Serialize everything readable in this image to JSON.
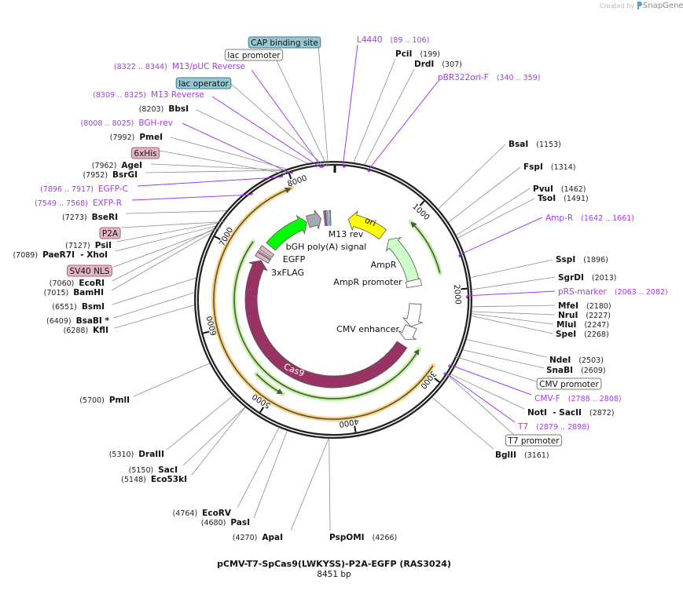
{
  "app": {
    "credit": "Created by",
    "brand": "SnapGene",
    "brand_color": "#4aa3e0"
  },
  "plasmid": {
    "name": "pCMV-T7-SpCas9(LWKYSS)-P2A-EGFP (RAS3024)",
    "length_label": "8451 bp",
    "length_bp": 8451
  },
  "colors": {
    "enzyme": "#111111",
    "primer": "#a13cf0",
    "feature_teal": "#95c8d2",
    "feature_pink": "#e3b3c6",
    "feature_white": "#ffffff",
    "orf_orange": "#ffcf85",
    "orf_green": "#c3f2a3"
  },
  "ticks": [
    "1000",
    "2000",
    "3000",
    "4000",
    "5000",
    "6000",
    "7000",
    "8000"
  ],
  "features": [
    {
      "label": "ori",
      "start": 250,
      "end": 870,
      "strand": "-",
      "color": "#ffff00"
    },
    {
      "label": "AmpR",
      "start": 1000,
      "end": 1790,
      "strand": "-",
      "color": "#ccffcc"
    },
    {
      "label": "AmpR promoter",
      "start": 1790,
      "end": 1895,
      "strand": "-",
      "color": "#ffffff"
    },
    {
      "label": "CMV enhancer",
      "start": 2180,
      "end": 2560,
      "strand": "+",
      "color": "#ffffff"
    },
    {
      "label": "",
      "start": 2560,
      "end": 2790,
      "strand": "+",
      "color": "#ffffff"
    },
    {
      "label": "Cas9",
      "start": 2890,
      "end": 7010,
      "strand": "+",
      "color": "#993366"
    },
    {
      "label": "3xFLAG",
      "start": 7030,
      "end": 7095,
      "strand": "+",
      "color": "#e3b3c6"
    },
    {
      "label": "",
      "start": 7100,
      "end": 7125,
      "strand": "+",
      "color": "#e3b3c6"
    },
    {
      "label": "",
      "start": 7150,
      "end": 7215,
      "strand": "+",
      "color": "#e3b3c6"
    },
    {
      "label": "EGFP",
      "start": 7290,
      "end": 8010,
      "strand": "+",
      "color": "#00ff00"
    },
    {
      "label": "bGH poly(A) signal",
      "start": 8030,
      "end": 8250,
      "strand": "+",
      "color": "#a6a9b0"
    },
    {
      "label": "M13 rev",
      "start": 8305,
      "end": 8330,
      "strand": "-",
      "color": "#b04cf0"
    },
    {
      "label": "",
      "start": 8335,
      "end": 8360,
      "strand": "+",
      "color": "#95c8d2"
    },
    {
      "label": "",
      "start": 8385,
      "end": 8410,
      "strand": "+",
      "color": "#95c8d2"
    }
  ],
  "orfs": [
    {
      "start": 2900,
      "end": 7970,
      "strand": "+",
      "color": "#ffcf85"
    },
    {
      "start": 1050,
      "end": 1780,
      "strand": "-",
      "color": "#c3f2a3"
    },
    {
      "start": 2817,
      "end": 7184,
      "strand": "-",
      "color": "#c3f2a3"
    },
    {
      "start": 4886,
      "end": 5303,
      "strand": "-",
      "color": "#c3f2a3"
    }
  ],
  "labels": [
    {
      "kind": "feature",
      "style": "teal",
      "name": "CAP binding site",
      "bp": 8400
    },
    {
      "kind": "feature",
      "style": "white",
      "name": "lac promoter",
      "bp": 8390
    },
    {
      "kind": "primer",
      "name": "M13/pUC Reverse",
      "pos": "(8322 .. 8344)",
      "bp": 8333
    },
    {
      "kind": "feature",
      "style": "teal",
      "name": "lac operator",
      "bp": 8370
    },
    {
      "kind": "primer",
      "name": "M13 Reverse",
      "pos": "(8309 .. 8325)",
      "bp": 8317
    },
    {
      "kind": "enzyme",
      "name": "BbsI",
      "pos": "(8203)",
      "bp": 8203
    },
    {
      "kind": "primer",
      "name": "BGH-rev",
      "pos": "(8008 .. 8025)",
      "bp": 8016
    },
    {
      "kind": "enzyme",
      "name": "PmeI",
      "pos": "(7992)",
      "bp": 7992
    },
    {
      "kind": "feature",
      "style": "pink",
      "name": "6xHis",
      "bp": 7985
    },
    {
      "kind": "enzyme",
      "name": "AgeI",
      "pos": "(7962)",
      "bp": 7962
    },
    {
      "kind": "enzyme",
      "name": "BsrGI",
      "pos": "(7952)",
      "bp": 7952
    },
    {
      "kind": "primer",
      "name": "EGFP-C",
      "pos": "(7896 .. 7917)",
      "bp": 7906
    },
    {
      "kind": "primer",
      "name": "EXFP-R",
      "pos": "(7549 .. 7568)",
      "bp": 7558
    },
    {
      "kind": "enzyme",
      "name": "BseRI",
      "pos": "(7273)",
      "bp": 7273
    },
    {
      "kind": "feature",
      "style": "pink",
      "name": "P2A",
      "bp": 7180
    },
    {
      "kind": "enzyme",
      "name": "PsiI",
      "pos": "(7127)",
      "bp": 7127
    },
    {
      "kind": "enzyme",
      "name": "PaeR7I  - XhoI",
      "pos": "(7089)",
      "bp": 7089
    },
    {
      "kind": "feature",
      "style": "pink",
      "name": "SV40 NLS",
      "bp": 7112
    },
    {
      "kind": "enzyme",
      "name": "EcoRI",
      "pos": "(7060)",
      "bp": 7060
    },
    {
      "kind": "enzyme",
      "name": "BamHI",
      "pos": "(7015)",
      "bp": 7015
    },
    {
      "kind": "enzyme",
      "name": "BsmI",
      "pos": "(6551)",
      "bp": 6551
    },
    {
      "kind": "enzyme",
      "name": "BsaBI *",
      "pos": "(6409)",
      "bp": 6409
    },
    {
      "kind": "enzyme",
      "name": "KflI",
      "pos": "(6288)",
      "bp": 6288
    },
    {
      "kind": "enzyme",
      "name": "PmlI",
      "pos": "(5700)",
      "bp": 5700
    },
    {
      "kind": "enzyme",
      "name": "DraIII",
      "pos": "(5310)",
      "bp": 5310
    },
    {
      "kind": "enzyme",
      "name": "SacI",
      "pos": "(5150)",
      "bp": 5150
    },
    {
      "kind": "enzyme",
      "name": "Eco53kI",
      "pos": "(5148)",
      "bp": 5148
    },
    {
      "kind": "enzyme",
      "name": "EcoRV",
      "pos": "(4764)",
      "bp": 4764
    },
    {
      "kind": "enzyme",
      "name": "PasI",
      "pos": "(4680)",
      "bp": 4680
    },
    {
      "kind": "enzyme",
      "name": "ApaI",
      "pos": "(4270)",
      "bp": 4270
    },
    {
      "kind": "enzyme",
      "name": "PspOMI",
      "pos": "(4266)",
      "bp": 4266
    },
    {
      "kind": "enzyme",
      "name": "BglII",
      "pos": "(3161)",
      "bp": 3161
    },
    {
      "kind": "feature",
      "style": "white",
      "name": "T7 promoter",
      "bp": 2890
    },
    {
      "kind": "primer",
      "name": "T7",
      "pos": "(2879 .. 2898)",
      "bp": 2888
    },
    {
      "kind": "enzyme",
      "name": "NotI  - SacII",
      "pos": "(2872)",
      "bp": 2872
    },
    {
      "kind": "primer",
      "name": "CMV-F",
      "pos": "(2788 .. 2808)",
      "bp": 2798
    },
    {
      "kind": "feature",
      "style": "white",
      "name": "CMV promoter",
      "bp": 2700
    },
    {
      "kind": "enzyme",
      "name": "SnaBI",
      "pos": "(2609)",
      "bp": 2609
    },
    {
      "kind": "enzyme",
      "name": "NdeI",
      "pos": "(2503)",
      "bp": 2503
    },
    {
      "kind": "enzyme",
      "name": "SpeI",
      "pos": "(2268)",
      "bp": 2268
    },
    {
      "kind": "enzyme",
      "name": "MluI",
      "pos": "(2247)",
      "bp": 2247
    },
    {
      "kind": "enzyme",
      "name": "NruI",
      "pos": "(2227)",
      "bp": 2227
    },
    {
      "kind": "enzyme",
      "name": "MfeI",
      "pos": "(2180)",
      "bp": 2180
    },
    {
      "kind": "primer",
      "name": "pRS-marker",
      "pos": "(2063 .. 2082)",
      "bp": 2072
    },
    {
      "kind": "enzyme",
      "name": "SgrDI",
      "pos": "(2013)",
      "bp": 2013
    },
    {
      "kind": "enzyme",
      "name": "SspI",
      "pos": "(1896)",
      "bp": 1896
    },
    {
      "kind": "primer",
      "name": "Amp-R",
      "pos": "(1642 .. 1661)",
      "bp": 1651
    },
    {
      "kind": "enzyme",
      "name": "TsoI",
      "pos": "(1491)",
      "bp": 1491
    },
    {
      "kind": "enzyme",
      "name": "PvuI",
      "pos": "(1462)",
      "bp": 1462
    },
    {
      "kind": "enzyme",
      "name": "FspI",
      "pos": "(1314)",
      "bp": 1314
    },
    {
      "kind": "enzyme",
      "name": "BsaI",
      "pos": "(1153)",
      "bp": 1153
    },
    {
      "kind": "primer",
      "name": "pBR322ori-F",
      "pos": "(340 .. 359)",
      "bp": 350
    },
    {
      "kind": "enzyme",
      "name": "DrdI",
      "pos": "(307)",
      "bp": 307
    },
    {
      "kind": "enzyme",
      "name": "PciI",
      "pos": "(199)",
      "bp": 199
    },
    {
      "kind": "primer",
      "name": "L4440",
      "pos": "(89 .. 106)",
      "bp": 97
    }
  ]
}
